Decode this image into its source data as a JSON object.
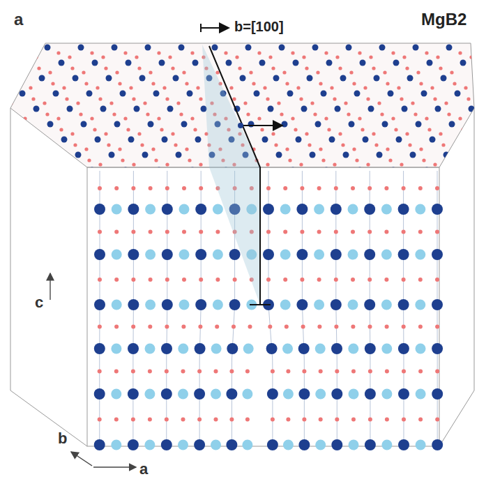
{
  "diagram": {
    "labels": [
      "a",
      "b=[100]",
      "MgB2",
      "c",
      "b",
      "a"
    ]
  }
}
